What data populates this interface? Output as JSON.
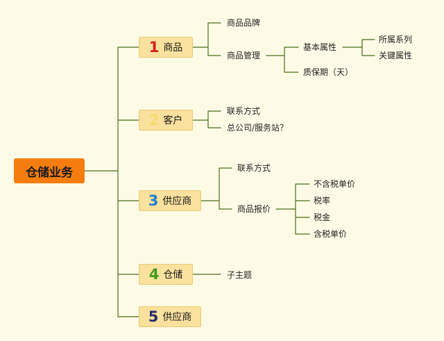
{
  "root": {
    "label": "仓储业务",
    "color": "#f57d0f"
  },
  "line_color": "#4a6e16",
  "categories": [
    {
      "number": "1",
      "number_color": "#d81f1f",
      "label": "商品",
      "children": [
        {
          "label": "商品品牌"
        },
        {
          "label": "商品管理",
          "children": [
            {
              "label": "基本属性",
              "children": [
                {
                  "label": "所属系列"
                },
                {
                  "label": "关键属性"
                }
              ]
            },
            {
              "label": "质保期（天）"
            }
          ]
        }
      ]
    },
    {
      "number": "2",
      "number_color": "#f6d96a",
      "label": "客户",
      "children": [
        {
          "label": "联系方式"
        },
        {
          "label": "总公司/服务站？"
        }
      ]
    },
    {
      "number": "3",
      "number_color": "#1f7fd1",
      "label": "供应商",
      "children": [
        {
          "label": "联系方式"
        },
        {
          "label": "商品报价",
          "children": [
            {
              "label": "不含税单价"
            },
            {
              "label": "税率"
            },
            {
              "label": "税金"
            },
            {
              "label": "含税单价"
            }
          ]
        }
      ]
    },
    {
      "number": "4",
      "number_color": "#3f9a1f",
      "label": "仓储",
      "children": [
        {
          "label": "子主题"
        }
      ]
    },
    {
      "number": "5",
      "number_color": "#262c6c",
      "label": "供应商",
      "children": []
    }
  ]
}
